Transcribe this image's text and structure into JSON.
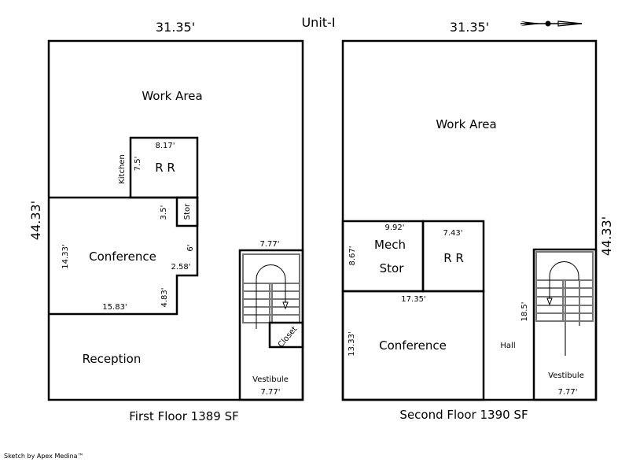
{
  "title": "Unit-I",
  "credit": "Sketch by Apex Medina™",
  "first_floor": {
    "caption": "First Floor 1389 SF",
    "width_dim": "31.35'",
    "depth_dim": "44.33'",
    "rooms": {
      "work_area": "Work Area",
      "kitchen": "Kitchen",
      "rr": "R R",
      "stor": "Stor",
      "conference": "Conference",
      "reception": "Reception",
      "closet": "Closet",
      "vestibule": "Vestibule"
    },
    "dims": {
      "rr_width": "8.17'",
      "rr_depth": "7.5'",
      "stor_depth": "3.5'",
      "conf_depth": "14.33'",
      "conf_side": "6'",
      "conf_notch": "2.58'",
      "conf_step": "4.83'",
      "conf_width": "15.83'",
      "vest_top": "7.77'",
      "vest_bottom": "7.77'"
    }
  },
  "second_floor": {
    "caption": "Second Floor  1390 SF",
    "width_dim": "31.35'",
    "depth_dim": "44.33'",
    "rooms": {
      "work_area": "Work Area",
      "mech": "Mech",
      "stor": "Stor",
      "rr": "R R",
      "conference": "Conference",
      "hall": "Hall",
      "vestibule": "Vestibule"
    },
    "dims": {
      "mech_width": "9.92'",
      "mech_depth": "8.67'",
      "rr_width": "7.43'",
      "conf_width": "17.35'",
      "conf_depth": "13.33'",
      "hall_depth": "18.5'",
      "vest_bottom": "7.77'"
    }
  },
  "compass": "north-arrow-icon"
}
